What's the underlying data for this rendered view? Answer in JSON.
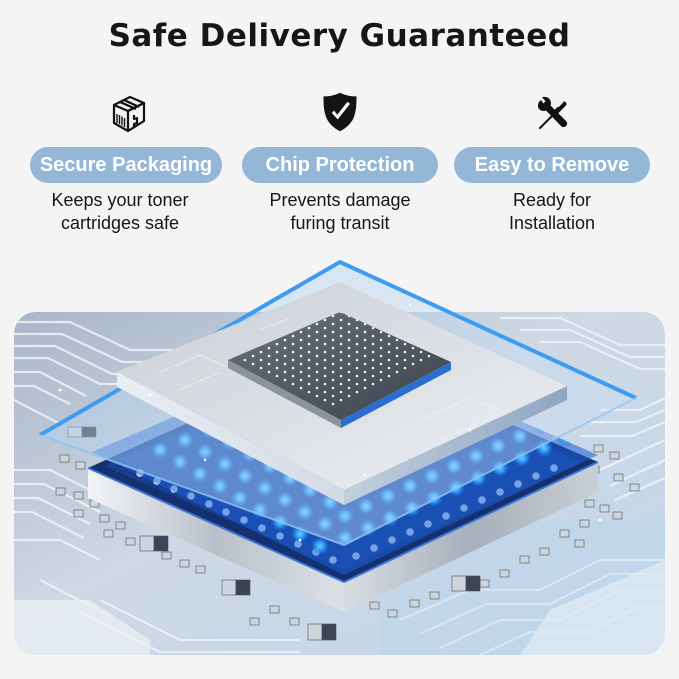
{
  "header": {
    "title": "Safe Delivery Guaranteed"
  },
  "features": [
    {
      "icon": "package-box-icon",
      "label": "Secure Packaging",
      "description_line1": "Keeps your toner",
      "description_line2": "cartridges safe"
    },
    {
      "icon": "shield-check-icon",
      "label": "Chip Protection",
      "description_line1": "Prevents damage",
      "description_line2": "furing transit"
    },
    {
      "icon": "wrench-screwdriver-icon",
      "label": "Easy to Remove",
      "description_line1": "Ready for",
      "description_line2": "Installation"
    }
  ],
  "illustration": {
    "subject": "chip-on-circuit-board",
    "colors": {
      "pill_background": "#94b6d7",
      "pill_text": "#ffffff",
      "page_background": "#f4f4f4",
      "glow_blue": "#2f9bff",
      "substrate_navy": "#14306e"
    }
  }
}
